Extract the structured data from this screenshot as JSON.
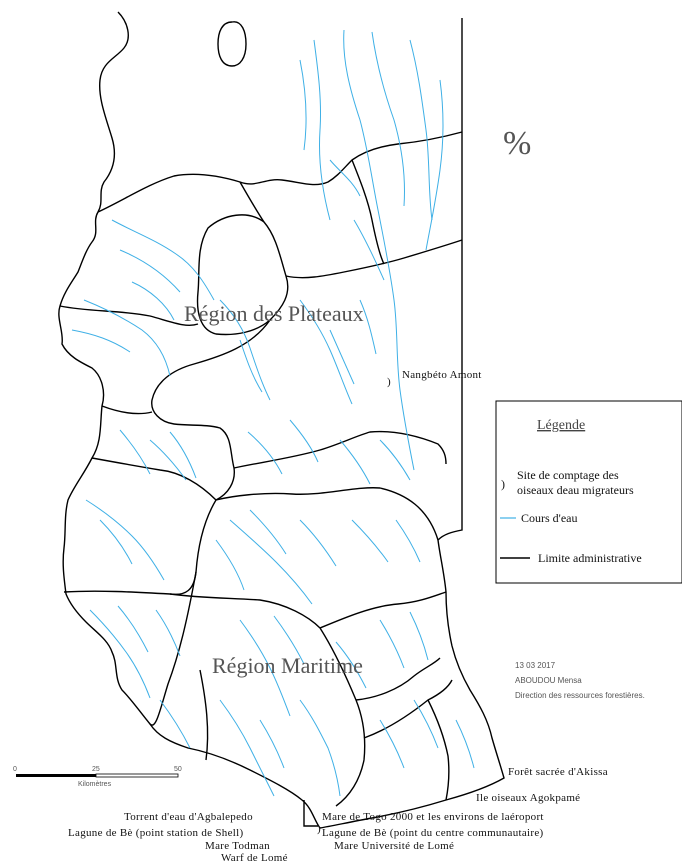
{
  "map": {
    "north_symbol": "%",
    "regions": {
      "plateaux": "Région des Plateaux",
      "maritime": "Région Maritime"
    },
    "sites": [
      "Nangbéto Amont",
      "Forêt sacrée d'Akissa",
      "Ile oiseaux Agokpamé",
      "Torrent d'eau d'Agbalepedo",
      "Mare de Togo 2000 et les environs de laéroport",
      "Lagune de Bè (point station de Shell)",
      "Lagune de Bè (point du centre communautaire)",
      "Mare Todman",
      "Mare Université de Lomé",
      "Warf de Lomé"
    ],
    "legend": {
      "title": "Légende",
      "site_line1": "Site de comptage des",
      "site_line2": "oiseaux deau migrateurs",
      "rivers": "Cours d'eau",
      "admin": "Limite administrative"
    },
    "credits": {
      "date": "13 03 2017",
      "author": "ABOUDOU Mensa",
      "org": "Direction des ressources forestières."
    },
    "scale": {
      "ticks": [
        "0",
        "25",
        "50"
      ],
      "unit": "Kilomètres"
    },
    "colors": {
      "rivers": "#3fb0e6",
      "boundaries": "#000000",
      "labels": "#555555"
    }
  }
}
